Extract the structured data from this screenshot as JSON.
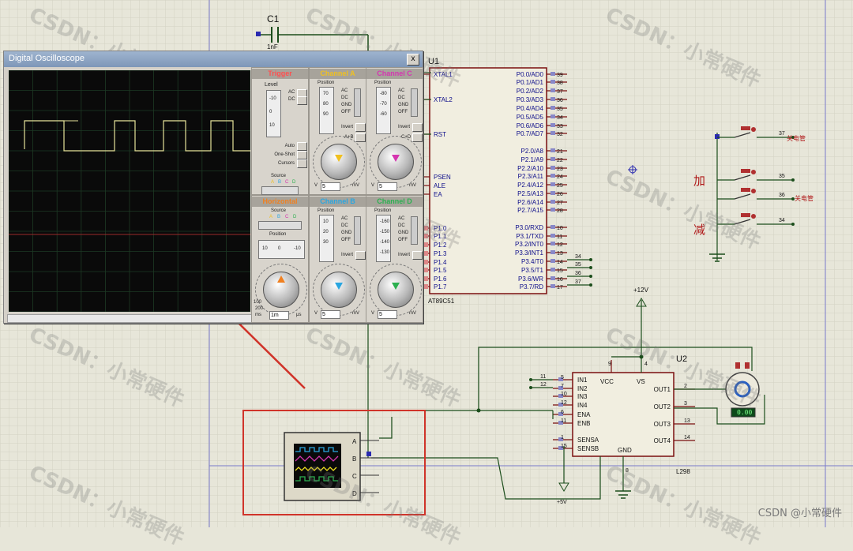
{
  "colors": {
    "background": "#e7e6d9",
    "grid": "#d0cfc0",
    "wire": "#1b4d1b",
    "part_body": "#f1eee0",
    "part_border": "#7a0f0f",
    "pin_label": "#0d0d8a",
    "highlight_box": "#d0342a",
    "trace_a": "#e6e39a",
    "channel_a": "#f0c020",
    "channel_b": "#2aa6e0",
    "channel_c": "#d535b0",
    "channel_d": "#2cb050"
  },
  "watermarks": [
    "CSDN：小常硬件",
    "CSDN：小常硬件",
    "CSDN：小常硬件",
    "CSDN：小常硬件",
    "CSDN：小常硬件",
    "CSDN：小常硬件",
    "CSDN：小常硬件",
    "CSDN：小常硬件",
    "CSDN：小常硬件",
    "CSDN：小常硬件",
    "CSDN：小常硬件",
    "CSDN：小常硬件"
  ],
  "footer_credit": "CSDN @小常硬件",
  "capacitor": {
    "ref": "C1",
    "value": "1nF"
  },
  "mcu": {
    "ref": "U1",
    "part": "AT89C51",
    "left_pins": [
      "XTAL1",
      "XTAL2",
      "RST",
      "PSEN",
      "ALE",
      "EA",
      "P1.0",
      "P1.1",
      "P1.2",
      "P1.3",
      "P1.4",
      "P1.5",
      "P1.6",
      "P1.7"
    ],
    "right_pins": [
      {
        "name": "P0.0/AD0",
        "num": "39"
      },
      {
        "name": "P0.1/AD1",
        "num": "38"
      },
      {
        "name": "P0.2/AD2",
        "num": "37"
      },
      {
        "name": "P0.3/AD3",
        "num": "36"
      },
      {
        "name": "P0.4/AD4",
        "num": "35"
      },
      {
        "name": "P0.5/AD5",
        "num": "34"
      },
      {
        "name": "P0.6/AD6",
        "num": "33"
      },
      {
        "name": "P0.7/AD7",
        "num": "32"
      },
      {
        "name": "P2.0/A8",
        "num": "21"
      },
      {
        "name": "P2.1/A9",
        "num": "22"
      },
      {
        "name": "P2.2/A10",
        "num": "23"
      },
      {
        "name": "P2.3/A11",
        "num": "24"
      },
      {
        "name": "P2.4/A12",
        "num": "25"
      },
      {
        "name": "P2.5/A13",
        "num": "26"
      },
      {
        "name": "P2.6/A14",
        "num": "27"
      },
      {
        "name": "P2.7/A15",
        "num": "28"
      },
      {
        "name": "P3.0/RXD",
        "num": "10"
      },
      {
        "name": "P3.1/TXD",
        "num": "11"
      },
      {
        "name": "P3.2/INT0",
        "num": "12"
      },
      {
        "name": "P3.3/INT1",
        "num": "13"
      },
      {
        "name": "P3.4/T0",
        "num": "14"
      },
      {
        "name": "P3.5/T1",
        "num": "15"
      },
      {
        "name": "P3.6/WR",
        "num": "16"
      },
      {
        "name": "P3.7/RD",
        "num": "17"
      }
    ],
    "net_labels": [
      "34",
      "35",
      "36",
      "37"
    ]
  },
  "buttons": {
    "labels": [
      "关电管",
      "加",
      "关电管",
      "减"
    ],
    "nets": [
      "37",
      "35",
      "36",
      "34"
    ]
  },
  "driver": {
    "ref": "U2",
    "part": "L298",
    "left_pins": [
      "IN1",
      "IN2",
      "IN3",
      "IN4",
      "ENA",
      "ENB",
      "SENSA",
      "SENSB"
    ],
    "left_nums": [
      "5",
      "7",
      "10",
      "12",
      "6",
      "11",
      "1",
      "15"
    ],
    "right_pins": [
      "OUT1",
      "OUT2",
      "OUT3",
      "OUT4"
    ],
    "right_nums": [
      "2",
      "3",
      "13",
      "14"
    ],
    "top_labels": [
      "VCC",
      "VS"
    ],
    "top_nums": [
      "9",
      "4"
    ],
    "bottom_label": "GND",
    "bottom_num": "8",
    "input_nets": [
      "11",
      "12"
    ]
  },
  "power": {
    "vs": "+12V",
    "vcc": "+5V"
  },
  "motor": {
    "display": "0.00"
  },
  "scope_symbol": {
    "channels": [
      "A",
      "B",
      "C",
      "D"
    ]
  },
  "oscilloscope": {
    "title": "Digital Oscilloscope",
    "close": "x",
    "trigger": {
      "title": "Trigger",
      "level_label": "Level",
      "level_scale": [
        "-10",
        "0",
        "10"
      ],
      "coupling": [
        "AC",
        "DC"
      ],
      "modes": [
        "Auto",
        "One-Shot",
        "Cursors"
      ],
      "source_label": "Source",
      "sources": [
        "A",
        "B",
        "C",
        "D"
      ]
    },
    "channels": [
      {
        "title": "Channel A",
        "position_label": "Position",
        "position_scale": [
          "70",
          "80",
          "90"
        ],
        "coupling": [
          "AC",
          "DC",
          "GND",
          "OFF"
        ],
        "invert": "Invert",
        "combine": "A+B",
        "volts": "5",
        "unit": "mV"
      },
      {
        "title": "Channel C",
        "position_label": "Position",
        "position_scale": [
          "-80",
          "-70",
          "-60"
        ],
        "coupling": [
          "AC",
          "DC",
          "GND",
          "OFF"
        ],
        "invert": "Invert",
        "combine": "C+D",
        "volts": "5",
        "unit": "mV"
      },
      {
        "title": "Channel B",
        "position_label": "Position",
        "position_scale": [
          "10",
          "20",
          "30"
        ],
        "coupling": [
          "AC",
          "DC",
          "GND",
          "OFF"
        ],
        "invert": "Invert",
        "combine": "",
        "volts": "5",
        "unit": "mV"
      },
      {
        "title": "Channel D",
        "position_label": "Position",
        "position_scale": [
          "-160",
          "-150",
          "-140",
          "-130"
        ],
        "coupling": [
          "AC",
          "DC",
          "GND",
          "OFF"
        ],
        "invert": "Invert",
        "combine": "",
        "volts": "5",
        "unit": "mV"
      }
    ],
    "horizontal": {
      "title": "Horizontal",
      "source_label": "Source",
      "sources": [
        "A",
        "B",
        "C",
        "D"
      ],
      "position_label": "Position",
      "position_scale": [
        "10",
        "0",
        "-10"
      ],
      "time_value": "1m",
      "time_units": [
        "ms",
        "μs"
      ],
      "dial_marks": [
        "100",
        "200"
      ]
    }
  }
}
